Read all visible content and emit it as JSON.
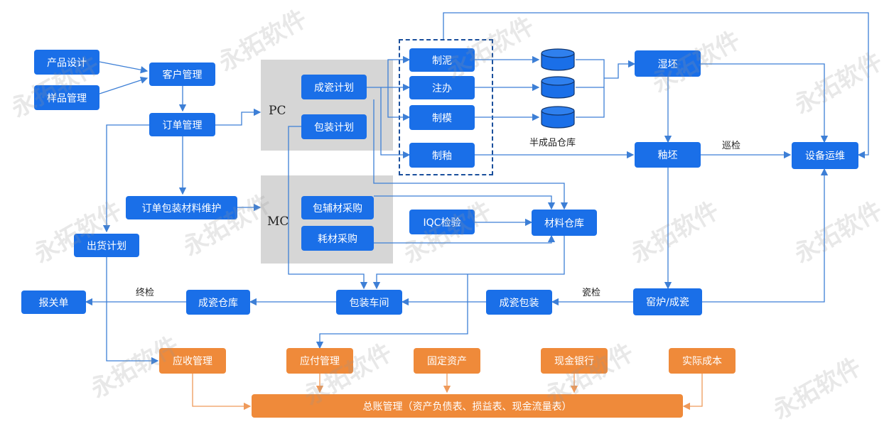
{
  "zones": {
    "pc": "PC",
    "mc": "MC"
  },
  "nodes": {
    "product_design": "产品设计",
    "sample_mgmt": "样品管理",
    "customer_mgmt": "客户管理",
    "order_mgmt": "订单管理",
    "order_pack_maint": "订单包装材料维护",
    "shipping_plan": "出货计划",
    "customs": "报关单",
    "porcelain_plan": "成瓷计划",
    "pack_plan": "包装计划",
    "aux_purchase": "包辅材采购",
    "consumable_purchase": "耗材采购",
    "zhini": "制泥",
    "zhuban": "注办",
    "zhimo": "制模",
    "zhiyou": "制釉",
    "iqc": "IQC检验",
    "material_wh": "材料仓库",
    "wet_blank": "湿坯",
    "glaze_blank": "釉坯",
    "equipment": "设备运维",
    "kiln": "窑炉/成瓷",
    "porcelain_pack": "成瓷包装",
    "pack_workshop": "包装车间",
    "porcelain_wh": "成瓷仓库",
    "receivable": "应收管理",
    "payable": "应付管理",
    "fixed_assets": "固定资产",
    "cash_bank": "现金银行",
    "actual_cost": "实际成本",
    "general_ledger": "总账管理（资产负债表、损益表、现金流量表）"
  },
  "labels": {
    "semi_wh": "半成品仓库",
    "patrol": "巡检",
    "porcelain_check": "瓷检",
    "final_check": "终检"
  },
  "watermark": "永拓软件",
  "colors": {
    "blue": "#1a6fe8",
    "orange": "#ef8a3a",
    "line_blue": "#3d7fd6",
    "line_orange": "#ef9a5a",
    "zone": "#d6d6d6"
  }
}
